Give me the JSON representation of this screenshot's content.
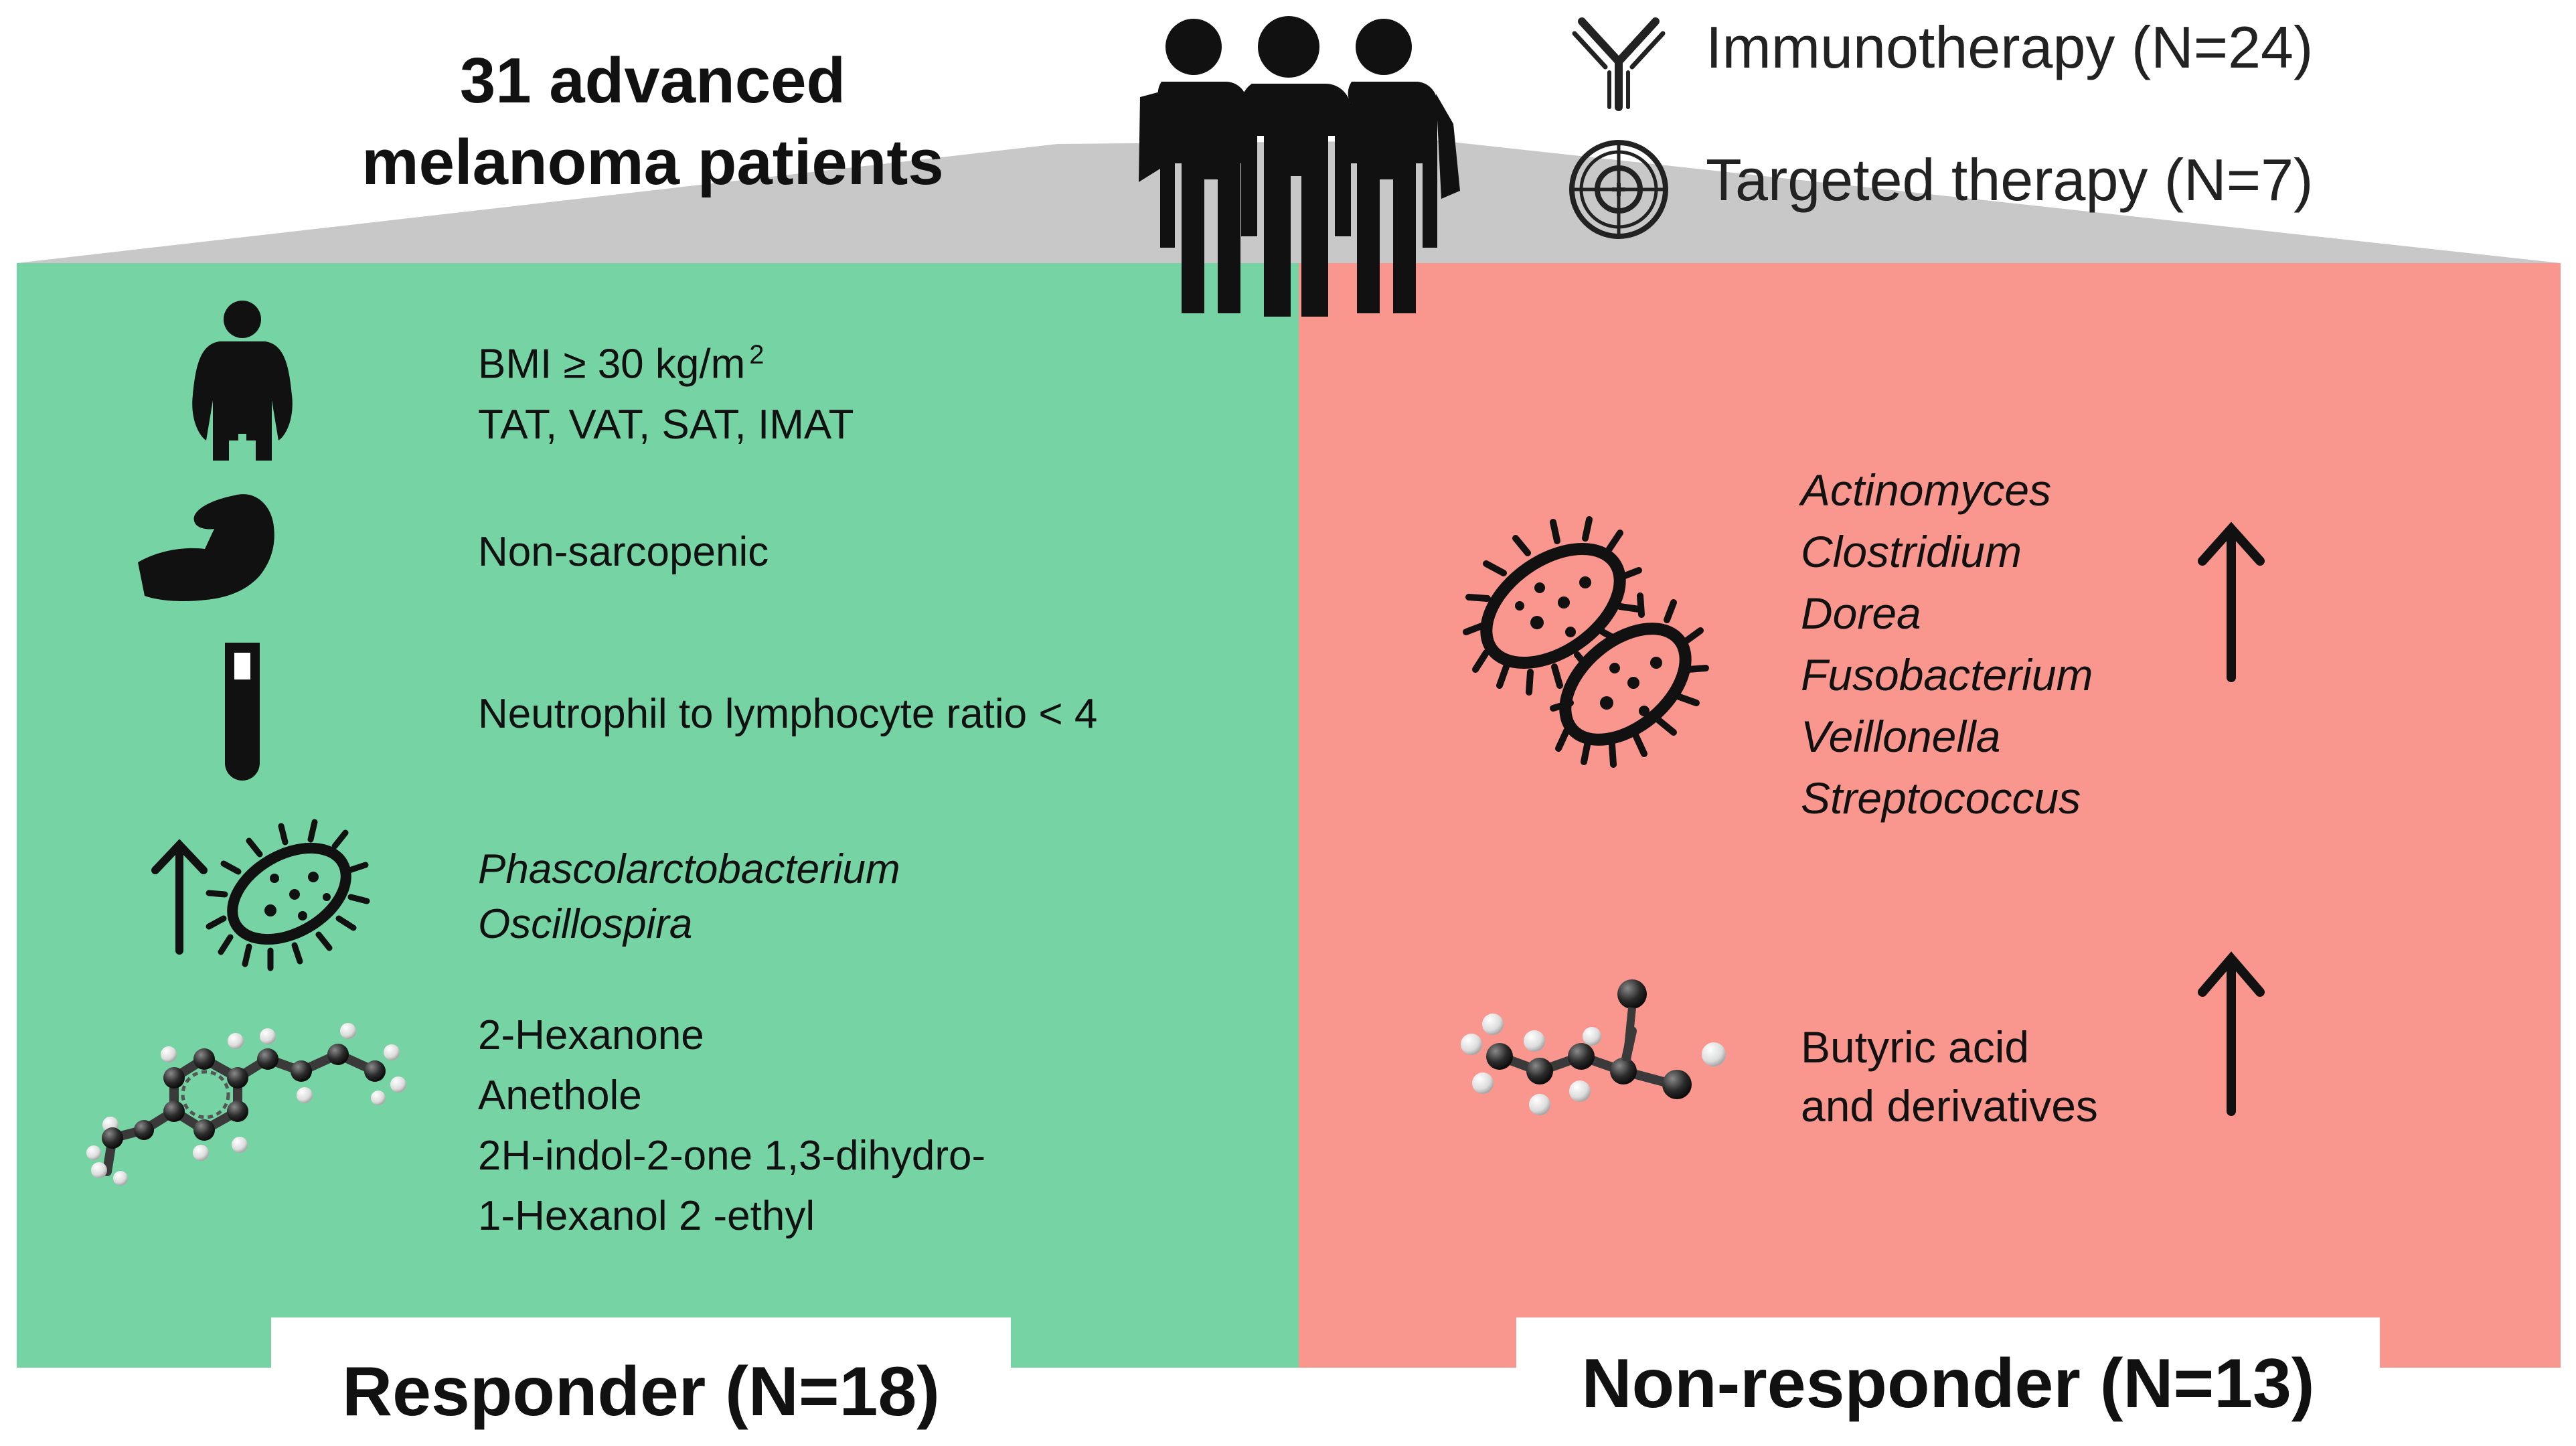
{
  "title": {
    "line1": "31 advanced",
    "line2": "melanoma patients"
  },
  "legend": [
    {
      "icon": "antibody-icon",
      "label": "Immunotherapy (N=24)"
    },
    {
      "icon": "target-icon",
      "label": "Targeted therapy (N=7)"
    }
  ],
  "responder": {
    "label": "Responder (N=18)",
    "color": "#76d4a4",
    "rows": [
      {
        "icon": "obese-person-icon",
        "lines": [
          "BMI ≥ 30 kg/m",
          "TAT, VAT, SAT, IMAT"
        ],
        "superscript": "2"
      },
      {
        "icon": "flexed-arm-icon",
        "lines": [
          "Non-sarcopenic"
        ]
      },
      {
        "icon": "test-tube-icon",
        "lines": [
          "Neutrophil to lymphocyte ratio < 4"
        ]
      },
      {
        "icon": "bacterium-icon",
        "arrow": "up",
        "italic": true,
        "lines": [
          "Phascolarctobacterium",
          "Oscillospira"
        ]
      },
      {
        "icon": "anethole-molecule-icon",
        "lines": [
          "2-Hexanone",
          "Anethole",
          "2H-indol-2-one 1,3-dihydro-",
          "1-Hexanol 2 -ethyl"
        ]
      }
    ]
  },
  "non_responder": {
    "label": "Non-responder (N=13)",
    "color": "#f9978e",
    "bacteria": {
      "icon": "bacteria-pair-icon",
      "arrow": "up",
      "italic": true,
      "lines": [
        "Actinomyces",
        "Clostridium",
        "Dorea",
        "Fusobacterium",
        "Veillonella",
        "Streptococcus"
      ]
    },
    "metabolites": {
      "icon": "butyric-acid-molecule-icon",
      "arrow": "up",
      "lines": [
        "Butyric acid",
        "and derivatives"
      ]
    }
  },
  "colors": {
    "header_gray": "#c8c8c8",
    "icon_dark": "#111111"
  }
}
